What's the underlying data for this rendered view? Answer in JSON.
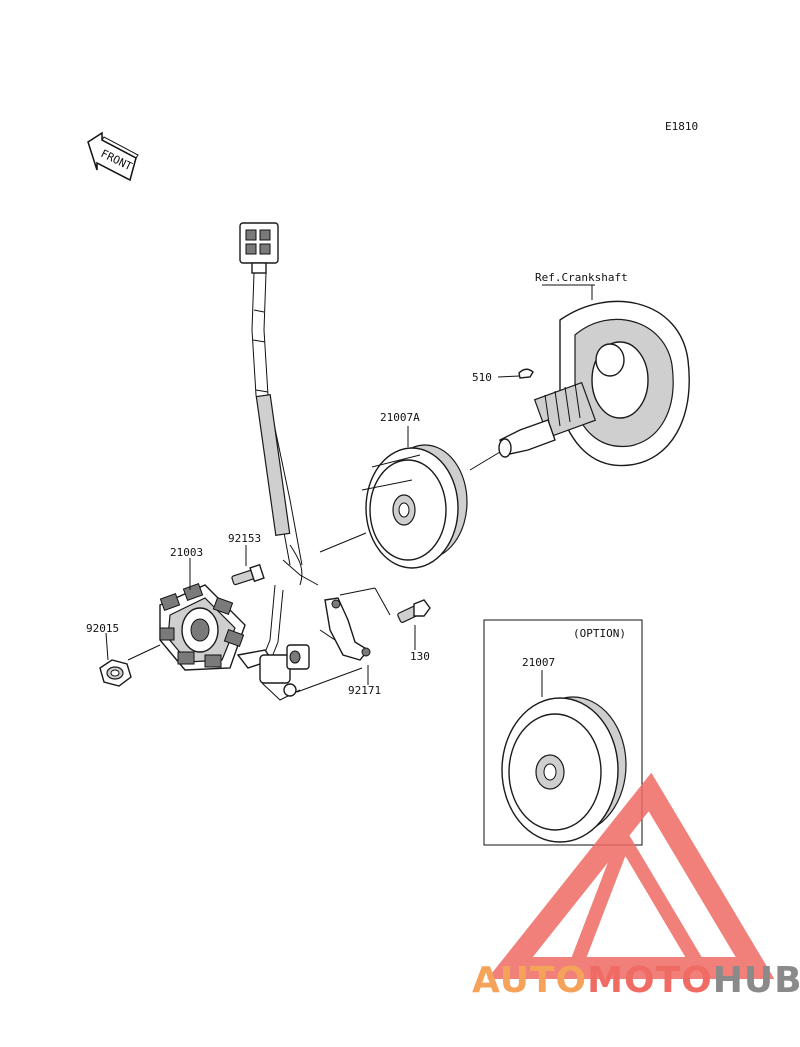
{
  "diagram": {
    "code": "E1810",
    "front_label": "FRONT",
    "ref_label": "Ref.Crankshaft",
    "option_label": "(OPTION)"
  },
  "parts": [
    {
      "id": "510"
    },
    {
      "id": "21007A"
    },
    {
      "id": "92153"
    },
    {
      "id": "21003"
    },
    {
      "id": "92015"
    },
    {
      "id": "130"
    },
    {
      "id": "92171"
    },
    {
      "id": "21007"
    }
  ],
  "watermark": {
    "part1": "AUTO",
    "part2": "MOTO",
    "part3": "HUB",
    "colors": {
      "auto": "#f5a35b",
      "moto": "#ef6b63",
      "hub": "#8a8a8a",
      "triangle": "#ef6b63"
    }
  }
}
